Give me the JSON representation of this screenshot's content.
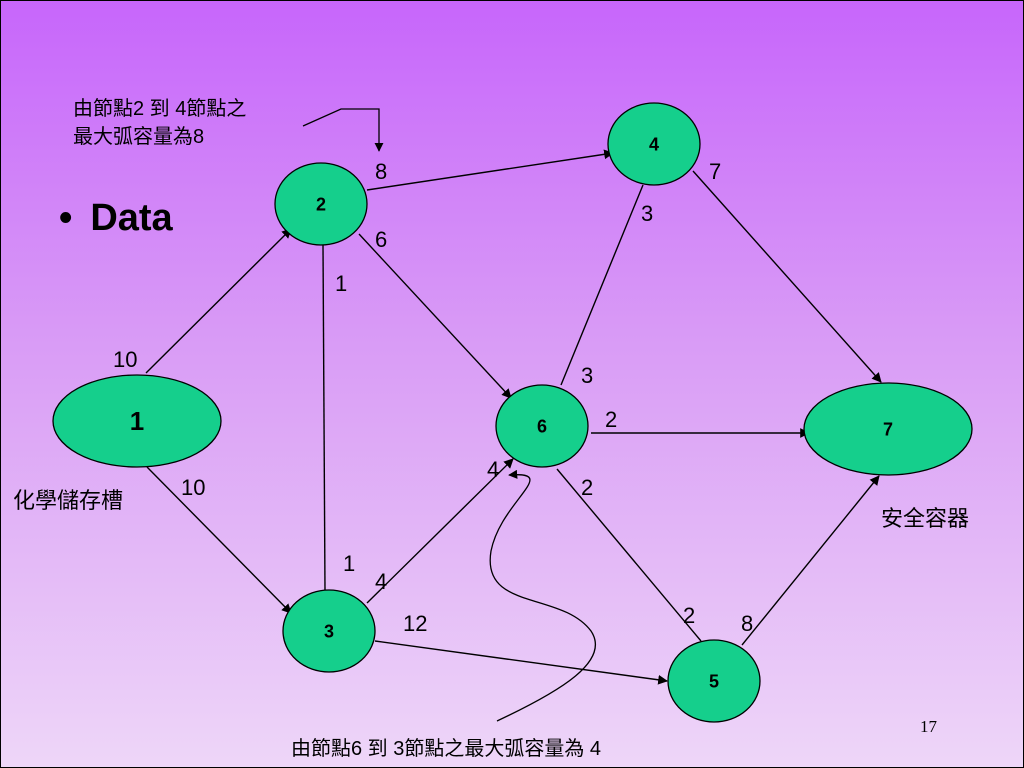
{
  "bullet": "Data",
  "annotations": {
    "top_line1": "由節點2 到 4節點之",
    "top_line2": "最大弧容量為8",
    "bottom": "由節點6 到 3節點之最大弧容量為 4"
  },
  "source_label": "化學儲存槽",
  "sink_label": "安全容器",
  "page_number": "17",
  "colors": {
    "node_fill": "#15cf8c",
    "edge": "#000000"
  },
  "nodes": [
    {
      "id": "1",
      "label": "1"
    },
    {
      "id": "2",
      "label": "2"
    },
    {
      "id": "3",
      "label": "3"
    },
    {
      "id": "4",
      "label": "4"
    },
    {
      "id": "5",
      "label": "5"
    },
    {
      "id": "6",
      "label": "6"
    },
    {
      "id": "7",
      "label": "7"
    }
  ],
  "edges": [
    {
      "from": "1",
      "to": "2",
      "directed": true,
      "cap_from": "10"
    },
    {
      "from": "1",
      "to": "3",
      "directed": true,
      "cap_from": "10"
    },
    {
      "from": "2",
      "to": "4",
      "directed": true,
      "cap_from": "8"
    },
    {
      "from": "2",
      "to": "6",
      "directed": true,
      "cap_from": "6"
    },
    {
      "from": "2",
      "to": "3",
      "directed": false,
      "cap_from": "1",
      "cap_to": "1"
    },
    {
      "from": "3",
      "to": "6",
      "directed": true,
      "cap_from": "4",
      "cap_to": "4"
    },
    {
      "from": "3",
      "to": "5",
      "directed": true,
      "cap_from": "12"
    },
    {
      "from": "6",
      "to": "4",
      "directed": false,
      "cap_from": "3",
      "cap_to": "3"
    },
    {
      "from": "6",
      "to": "7",
      "directed": true,
      "cap_from": "2"
    },
    {
      "from": "6",
      "to": "5",
      "directed": false,
      "cap_from": "2",
      "cap_to": "2"
    },
    {
      "from": "4",
      "to": "7",
      "directed": true,
      "cap_from": "7"
    },
    {
      "from": "5",
      "to": "7",
      "directed": true,
      "cap_from": "8"
    }
  ]
}
